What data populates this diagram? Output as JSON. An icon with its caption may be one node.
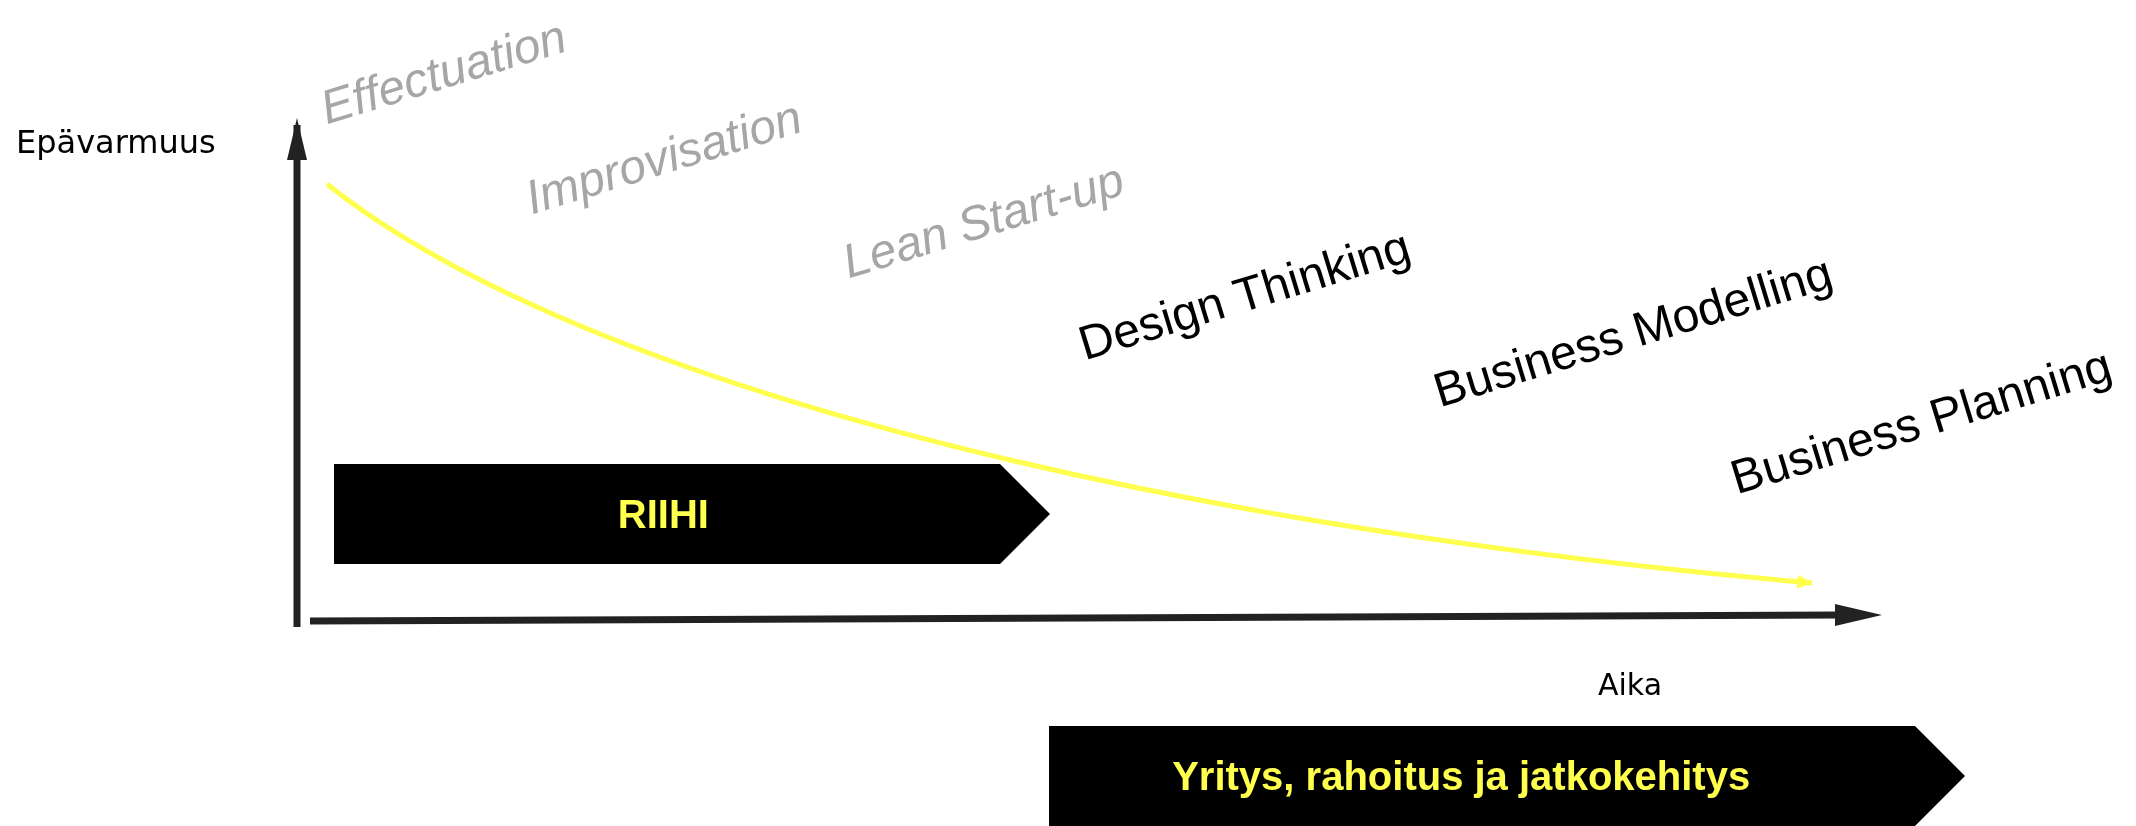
{
  "diagram": {
    "nodes": [
      {
        "text": [
          "RIIHI"
        ]
      },
      {
        "text": [
          "Yritys, rahoitus ja jatkokehitys"
        ]
      }
    ],
    "labels": [
      "Epävarmuus",
      "Effectuation",
      "Improvisation",
      "Lean Start-up",
      "Design Thinking",
      "Business Modelling",
      "Business Planning",
      "Aika"
    ]
  }
}
